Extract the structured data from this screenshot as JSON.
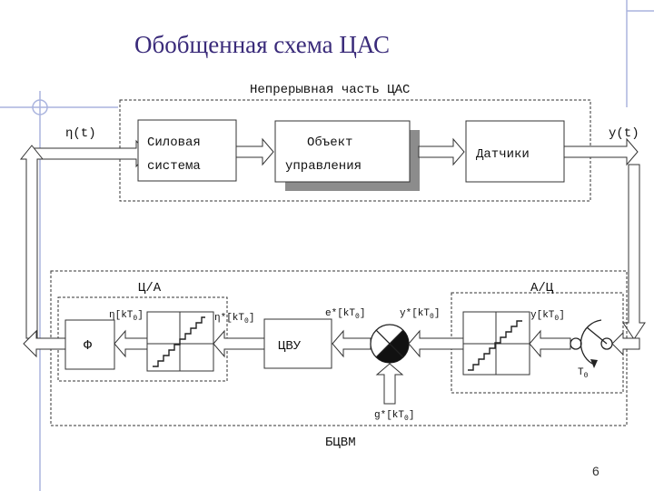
{
  "title": "Обобщенная схема ЦАС",
  "slide_number": "6",
  "continuous_part": {
    "label": "Непрерывная часть ЦАС",
    "input_label": "η(t)",
    "output_label": "y(t)",
    "power_system": {
      "line1": "Силовая",
      "line2": "система"
    },
    "plant": {
      "line1": "Объект",
      "line2": "управления"
    },
    "sensors": {
      "label": "Датчики"
    }
  },
  "digital_part": {
    "label": "БЦВМ",
    "da_label": "Ц/А",
    "ad_label": "А/Ц",
    "phi": "Ф",
    "cvu": "ЦВУ",
    "signals": {
      "eta_k": {
        "base": "η[kT",
        "sub": "0",
        "end": "]"
      },
      "eta_star_k": {
        "base": "η*[kT",
        "sub": "0",
        "end": "]"
      },
      "e_star_k": {
        "base": "e*[kT",
        "sub": "0",
        "end": "]"
      },
      "y_star_k": {
        "base": "y*[kT",
        "sub": "0",
        "end": "]"
      },
      "y_k": {
        "base": "y[kT",
        "sub": "0",
        "end": "]"
      },
      "g_star_k": {
        "base": "g*[kT",
        "sub": "0",
        "end": "]"
      },
      "t0": {
        "base": "T",
        "sub": "0",
        "end": ""
      }
    }
  },
  "colors": {
    "title": "#3a2b7a",
    "decor_lines": "#aab4de",
    "block_shadow": "#8c8c8c"
  }
}
